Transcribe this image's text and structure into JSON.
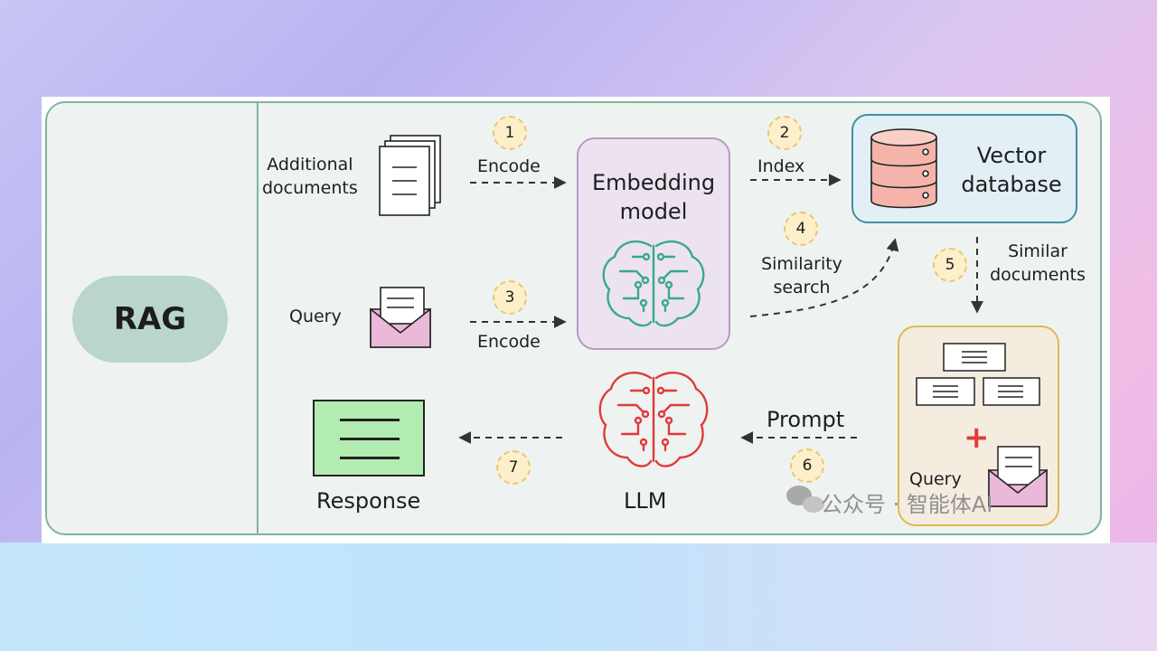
{
  "diagram": {
    "label": "RAG",
    "nodes": {
      "additional_documents": "Additional\ndocuments",
      "query": "Query",
      "embedding_model": "Embedding\nmodel",
      "vector_database": "Vector\ndatabase",
      "llm": "LLM",
      "response": "Response",
      "prompt_query": "Query"
    },
    "edges": {
      "encode_docs": "Encode",
      "encode_query": "Encode",
      "index": "Index",
      "similarity_search": "Similarity\nsearch",
      "similar_documents": "Similar\ndocuments",
      "prompt": "Prompt"
    },
    "steps": [
      "1",
      "2",
      "3",
      "4",
      "5",
      "6",
      "7"
    ],
    "plus_symbol": "+",
    "colors": {
      "frame": "#7fb3a0",
      "rag_pill": "#b9d5cc",
      "embedding_border": "#b89ac3",
      "vector_border": "#3f8fa4",
      "prompt_border": "#e0ba4e",
      "brain_embedding": "#3aa88f",
      "brain_llm": "#e03a3a",
      "database": "#f5b4aa",
      "response_fill": "#b2ecb0",
      "envelope": "#eab8d9"
    },
    "icons": [
      "document-stack-icon",
      "envelope-icon",
      "brain-circuit-icon",
      "database-icon",
      "response-card-icon"
    ]
  },
  "watermark": {
    "text": "公众号 · 智能体AI"
  }
}
